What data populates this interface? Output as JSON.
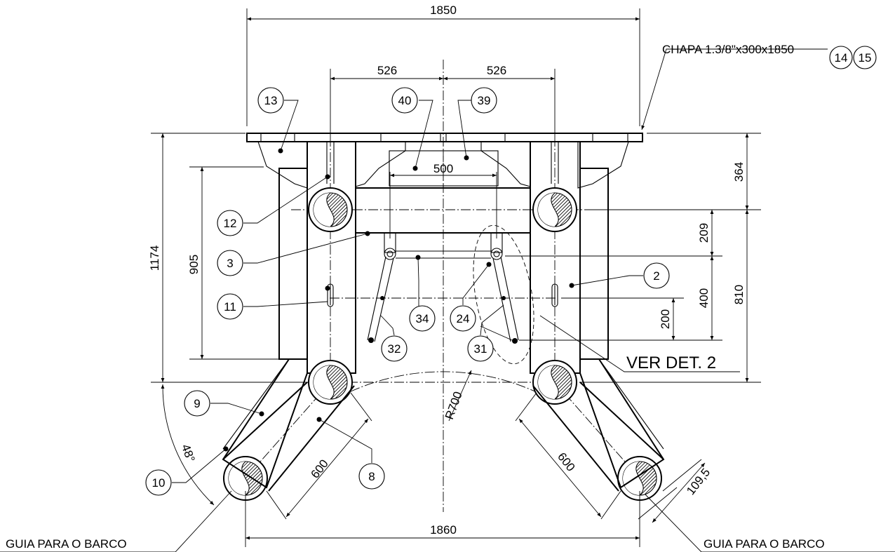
{
  "dimensions": {
    "overall_top_width": "1850",
    "left_offset": "526",
    "right_offset": "526",
    "inner_width": "500",
    "overall_height": "1174",
    "inner_height": "905",
    "top_right_height": "364",
    "right_mid_height": "209",
    "right_lower_height": "400",
    "right_total_height": "810",
    "small_height": "200",
    "radius": "R700",
    "angle": "48°",
    "leg_length_left": "600",
    "leg_length_right": "600",
    "tube_offset": "109,5",
    "bottom_width": "1860"
  },
  "annotations": {
    "plate_note": "CHAPA 1.3/8\"x300x1850",
    "detail_note": "VER  DET. 2",
    "guide_left": "GUIA PARA O BARCO",
    "guide_right": "GUIA PARA O BARCO"
  },
  "balloons": {
    "b13": "13",
    "b40": "40",
    "b39": "39",
    "b14": "14",
    "b15": "15",
    "b12": "12",
    "b3": "3",
    "b11": "11",
    "b2": "2",
    "b34": "34",
    "b24": "24",
    "b32": "32",
    "b31": "31",
    "b9": "9",
    "b10": "10",
    "b8": "8"
  }
}
